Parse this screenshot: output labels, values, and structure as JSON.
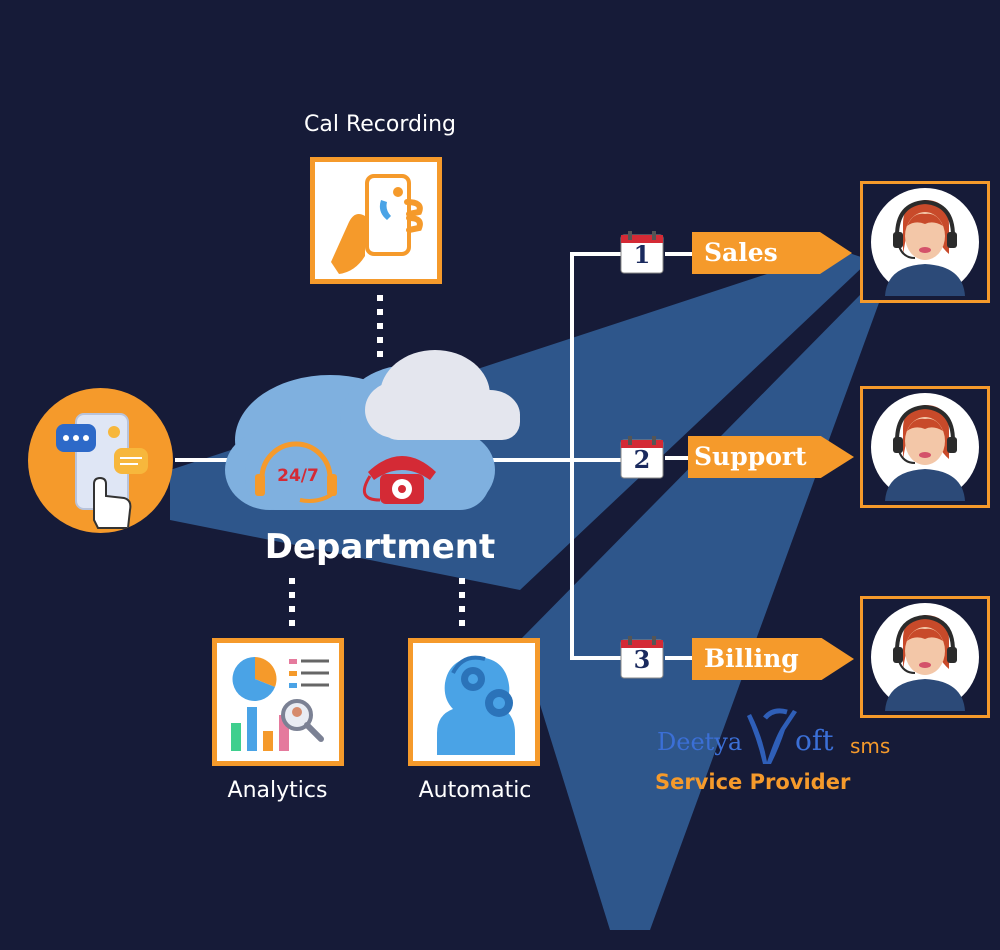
{
  "top_label": "Cal Recording",
  "center_label": "Department",
  "cloud_badge": "24/7",
  "bottom_labels": {
    "analytics": "Analytics",
    "automatic": "Automatic"
  },
  "routes": [
    {
      "number": "1",
      "label": "Sales"
    },
    {
      "number": "2",
      "label": "Support"
    },
    {
      "number": "3",
      "label": "Billing"
    }
  ],
  "brand": {
    "name_part1": "Deetya",
    "name_part2": "oft",
    "suffix": "sms",
    "tagline": "Service Provider"
  },
  "colors": {
    "background": "#161b38",
    "accent": "#f59a2b",
    "beam": "#2f5a8f",
    "cloud": "#7fb0df"
  }
}
